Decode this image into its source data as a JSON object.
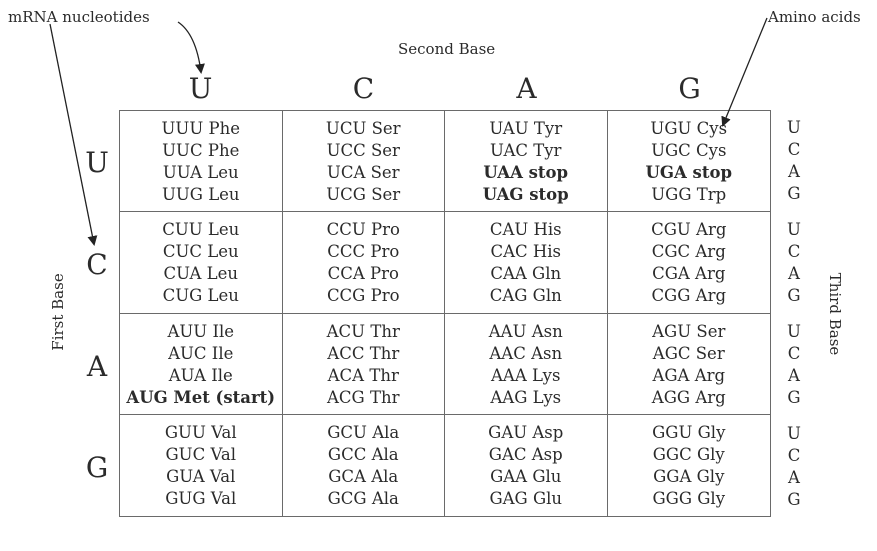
{
  "labels": {
    "mrna_nucleotides": "mRNA nucleotides",
    "amino_acids": "Amino acids",
    "second_base": "Second Base",
    "first_base": "First Base",
    "third_base": "Third Base"
  },
  "second_bases": [
    "U",
    "C",
    "A",
    "G"
  ],
  "first_bases": [
    "U",
    "C",
    "A",
    "G"
  ],
  "third_bases": [
    "U",
    "C",
    "A",
    "G"
  ],
  "rows": [
    {
      "cells": [
        [
          {
            "text": "UUU Phe"
          },
          {
            "text": "UUC Phe"
          },
          {
            "text": "UUA Leu"
          },
          {
            "text": "UUG Leu"
          }
        ],
        [
          {
            "text": "UCU Ser"
          },
          {
            "text": "UCC Ser"
          },
          {
            "text": "UCA Ser"
          },
          {
            "text": "UCG Ser"
          }
        ],
        [
          {
            "text": "UAU Tyr"
          },
          {
            "text": "UAC Tyr"
          },
          {
            "text": "UAA stop",
            "bold": true
          },
          {
            "text": "UAG stop",
            "bold": true
          }
        ],
        [
          {
            "text": "UGU Cys"
          },
          {
            "text": "UGC Cys"
          },
          {
            "text": "UGA stop",
            "bold": true
          },
          {
            "text": "UGG Trp"
          }
        ]
      ]
    },
    {
      "cells": [
        [
          {
            "text": "CUU Leu"
          },
          {
            "text": "CUC Leu"
          },
          {
            "text": "CUA Leu"
          },
          {
            "text": "CUG Leu"
          }
        ],
        [
          {
            "text": "CCU Pro"
          },
          {
            "text": "CCC Pro"
          },
          {
            "text": "CCA Pro"
          },
          {
            "text": "CCG Pro"
          }
        ],
        [
          {
            "text": "CAU His"
          },
          {
            "text": "CAC His"
          },
          {
            "text": "CAA Gln"
          },
          {
            "text": "CAG Gln"
          }
        ],
        [
          {
            "text": "CGU Arg"
          },
          {
            "text": "CGC Arg"
          },
          {
            "text": "CGA Arg"
          },
          {
            "text": "CGG Arg"
          }
        ]
      ]
    },
    {
      "cells": [
        [
          {
            "text": "AUU Ile"
          },
          {
            "text": "AUC Ile"
          },
          {
            "text": "AUA Ile"
          },
          {
            "text": "AUG Met (start)",
            "bold": true
          }
        ],
        [
          {
            "text": "ACU Thr"
          },
          {
            "text": "ACC Thr"
          },
          {
            "text": "ACA Thr"
          },
          {
            "text": "ACG Thr"
          }
        ],
        [
          {
            "text": "AAU Asn"
          },
          {
            "text": "AAC Asn"
          },
          {
            "text": "AAA Lys"
          },
          {
            "text": "AAG Lys"
          }
        ],
        [
          {
            "text": "AGU Ser"
          },
          {
            "text": "AGC Ser"
          },
          {
            "text": "AGA Arg"
          },
          {
            "text": "AGG Arg"
          }
        ]
      ]
    },
    {
      "cells": [
        [
          {
            "text": "GUU Val"
          },
          {
            "text": "GUC Val"
          },
          {
            "text": "GUA Val"
          },
          {
            "text": "GUG Val"
          }
        ],
        [
          {
            "text": "GCU Ala"
          },
          {
            "text": "GCC Ala"
          },
          {
            "text": "GCA Ala"
          },
          {
            "text": "GCG Ala"
          }
        ],
        [
          {
            "text": "GAU Asp"
          },
          {
            "text": "GAC Asp"
          },
          {
            "text": "GAA Glu"
          },
          {
            "text": "GAG Glu"
          }
        ],
        [
          {
            "text": "GGU Gly"
          },
          {
            "text": "GGC Gly"
          },
          {
            "text": "GGA Gly"
          },
          {
            "text": "GGG Gly"
          }
        ]
      ]
    }
  ],
  "colors": {
    "text": "#2b2b2b",
    "grid_line": "#6a6a6a",
    "arrow": "#222222"
  }
}
